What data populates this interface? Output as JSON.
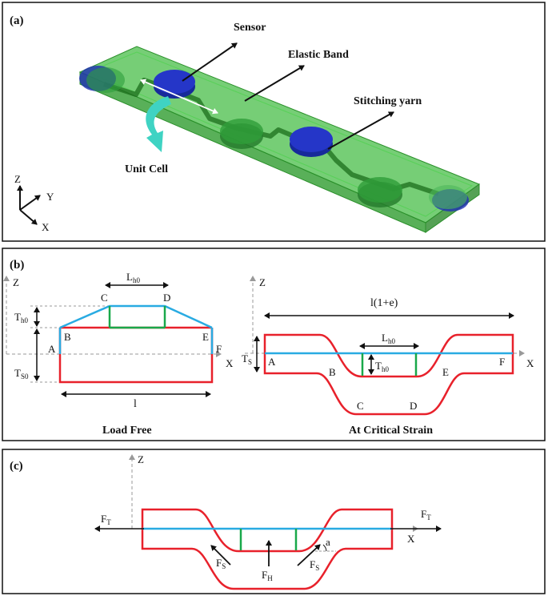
{
  "panel_a": {
    "label": "(a)",
    "sensor": "Sensor",
    "elastic_band": "Elastic Band",
    "stitching_yarn": "Stitching yarn",
    "unit_cell": "Unit Cell",
    "axis_z": "Z",
    "axis_y": "Y",
    "axis_x": "X",
    "colors": {
      "band": "#3cb93c",
      "sensor": "#1f2fb5",
      "arrow": "#3fd3c3"
    }
  },
  "panel_b": {
    "label": "(b)",
    "left": {
      "axis_z": "Z",
      "axis_x": "X",
      "lh0": "L",
      "lh0_sub": "h0",
      "th0": "T",
      "th0_sub": "h0",
      "ts0": "T",
      "ts0_sub": "S0",
      "len": "l",
      "A": "A",
      "B": "B",
      "C": "C",
      "D": "D",
      "E": "E",
      "F": "F",
      "caption": "Load Free"
    },
    "right": {
      "axis_z": "Z",
      "axis_x": "X",
      "len": "l(1+e)",
      "lh0": "L",
      "lh0_sub": "h0",
      "th0": "T",
      "th0_sub": "h0",
      "ts": "T",
      "ts_sub": "S",
      "A": "A",
      "B": "B",
      "C": "C",
      "D": "D",
      "E": "E",
      "F": "F",
      "caption": "At Critical Strain"
    },
    "colors": {
      "outline": "#e8212b",
      "top": "#29abe2",
      "hub": "#19a84a"
    }
  },
  "panel_c": {
    "label": "(c)",
    "axis_z": "Z",
    "axis_x": "X",
    "ft_left": "F",
    "ft_left_sub": "T",
    "ft_right": "F",
    "ft_right_sub": "T",
    "fs_left": "F",
    "fs_left_sub": "S",
    "fs_right": "F",
    "fs_right_sub": "S",
    "fh": "F",
    "fh_sub": "H",
    "angle": "a"
  }
}
